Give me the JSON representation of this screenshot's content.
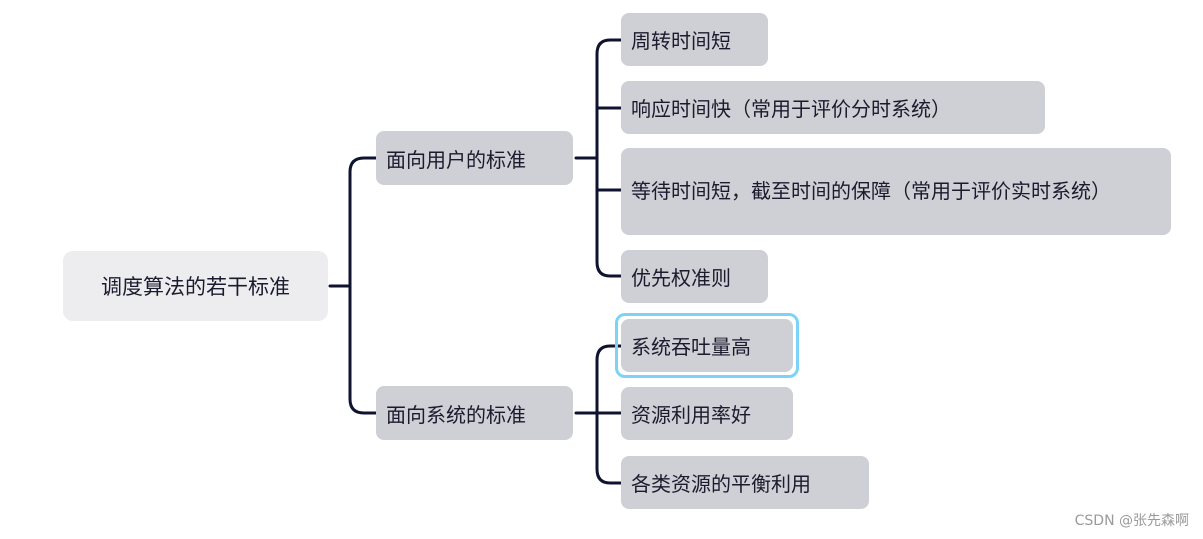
{
  "root": {
    "label": "调度算法的若干标准"
  },
  "branches": [
    {
      "label": "面向用户的标准",
      "children": [
        {
          "label": "周转时间短"
        },
        {
          "label": "响应时间快（常用于评价分时系统）"
        },
        {
          "label": "等待时间短，截至时间的保障（常用于评价实时系统）"
        },
        {
          "label": "优先权准则"
        }
      ]
    },
    {
      "label": "面向系统的标准",
      "children": [
        {
          "label": "系统吞吐量高",
          "selected": true
        },
        {
          "label": "资源利用率好"
        },
        {
          "label": "各类资源的平衡利用"
        }
      ]
    }
  ],
  "colors": {
    "connector": "#0f1330",
    "node_fill": "#cfcfd6",
    "root_fill": "#ededf0",
    "selection": "#7dd3f5"
  },
  "watermark": "CSDN @张先森啊"
}
